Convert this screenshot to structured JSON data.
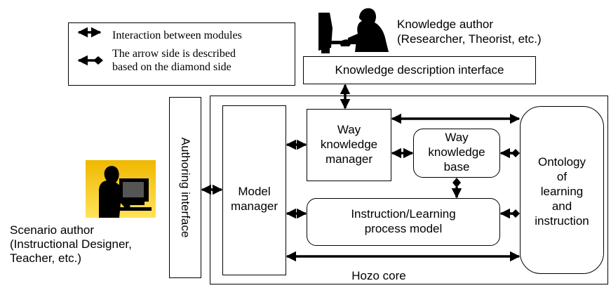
{
  "legend": {
    "interaction": "Interaction between modules",
    "arrow_desc_line1": "The arrow side is described",
    "arrow_desc_line2": "based on the diamond side"
  },
  "knowledge_author": {
    "line1": "Knowledge author",
    "line2": "(Researcher, Theorist, etc.)"
  },
  "knowledge_description_interface": "Knowledge description interface",
  "authoring_interface": "Authoring interface",
  "model_manager": {
    "line1": "Model",
    "line2": "manager"
  },
  "way_knowledge_manager": {
    "line1": "Way",
    "line2": "knowledge",
    "line3": "manager"
  },
  "way_knowledge_base": {
    "line1": "Way",
    "line2": "knowledge",
    "line3": "base"
  },
  "ontology": {
    "line1": "Ontology",
    "line2": "of",
    "line3": "learning",
    "line4": "and",
    "line5": "instruction"
  },
  "process_model": {
    "line1": "Instruction/Learning",
    "line2": "process model"
  },
  "hozo_core": "Hozo core",
  "scenario_author": {
    "line1": "Scenario author",
    "line2": "(Instructional Designer,",
    "line3": "Teacher, etc.)"
  },
  "colors": {
    "scenario_photo_bg": "#f5c400",
    "stroke": "#000000"
  }
}
